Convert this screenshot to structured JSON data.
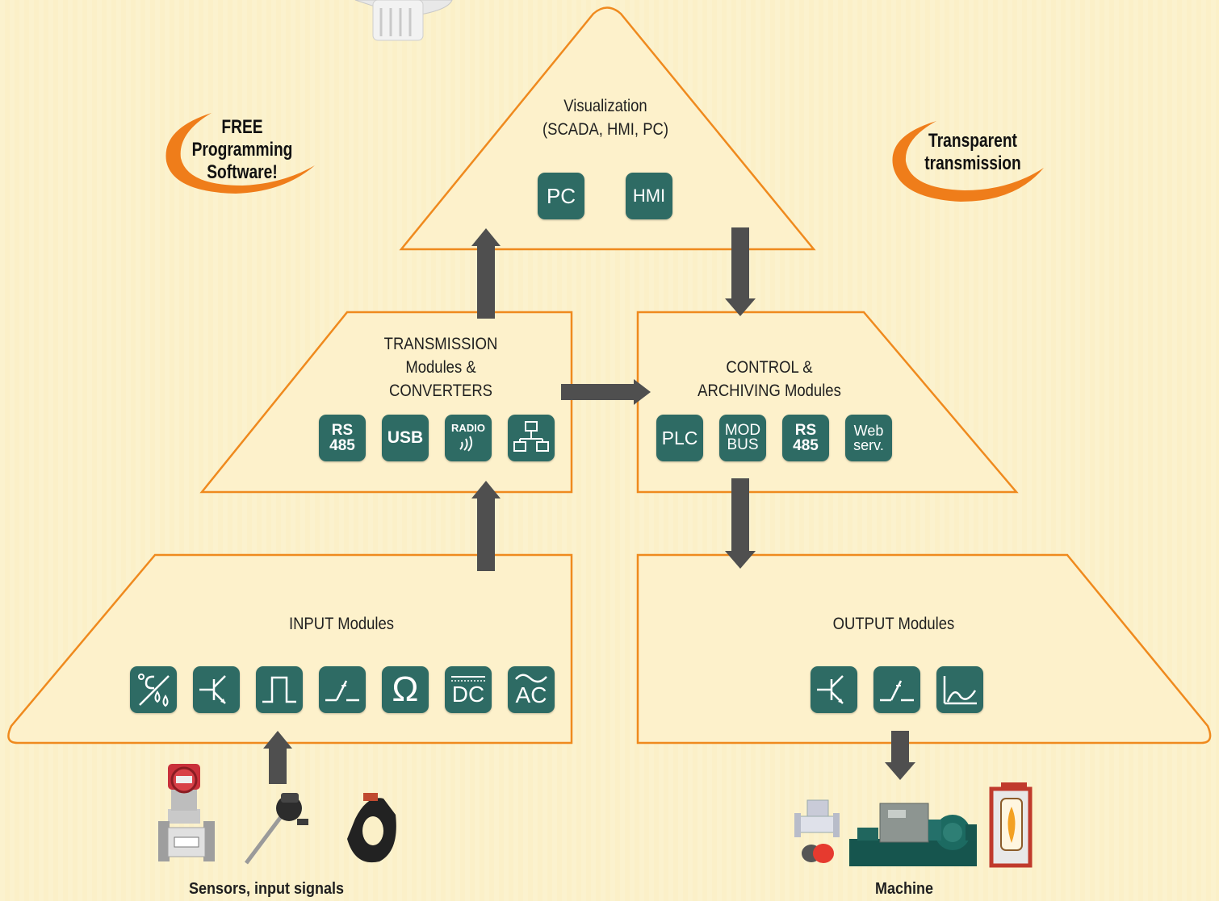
{
  "levels": {
    "visualization": {
      "title_lines": [
        "Visualization",
        "(SCADA, HMI, PC)"
      ]
    },
    "transmission": {
      "title_lines": [
        "TRANSMISSION",
        "Modules &",
        "CONVERTERS"
      ]
    },
    "control": {
      "title_lines": [
        "CONTROL &",
        "ARCHIVING Modules"
      ]
    },
    "input": {
      "title": "INPUT Modules"
    },
    "output": {
      "title": "OUTPUT Modules"
    }
  },
  "badges": {
    "free_software": [
      "FREE",
      "Programming",
      "Software!"
    ],
    "transparent": [
      "Transparent",
      "transmission"
    ]
  },
  "tiles": {
    "visualization": [
      {
        "icon": "pc-tile",
        "text": "PC"
      },
      {
        "icon": "hmi-tile",
        "text": "HMI"
      }
    ],
    "transmission": [
      {
        "icon": "rs485-tile",
        "line1": "RS",
        "line2": "485"
      },
      {
        "icon": "usb-tile",
        "text": "USB"
      },
      {
        "icon": "radio-tile",
        "text": "RADIO"
      },
      {
        "icon": "network-tile"
      }
    ],
    "control": [
      {
        "icon": "plc-tile",
        "text": "PLC"
      },
      {
        "icon": "modbus-tile",
        "line1": "MOD",
        "line2": "BUS"
      },
      {
        "icon": "rs485-tile",
        "line1": "RS",
        "line2": "485"
      },
      {
        "icon": "web-server-tile",
        "line1": "Web",
        "line2": "serv."
      }
    ],
    "input": [
      {
        "icon": "temperature-humidity-icon"
      },
      {
        "icon": "transistor-icon"
      },
      {
        "icon": "pulse-icon"
      },
      {
        "icon": "relay-contact-icon"
      },
      {
        "icon": "ohm-icon",
        "text": "Ω"
      },
      {
        "icon": "dc-icon",
        "text": "DC"
      },
      {
        "icon": "ac-icon",
        "text": "AC"
      }
    ],
    "output": [
      {
        "icon": "transistor-icon"
      },
      {
        "icon": "relay-contact-icon"
      },
      {
        "icon": "analog-curve-icon"
      }
    ]
  },
  "captions": {
    "sensors": "Sensors, input signals",
    "machine": "Machine"
  },
  "colors": {
    "background": "#fbf0c8",
    "outline": "#ef8a1e",
    "tile": "#2e6b64",
    "arrow": "#4f4f4f",
    "badge_swoosh": "#ef7d1a"
  }
}
